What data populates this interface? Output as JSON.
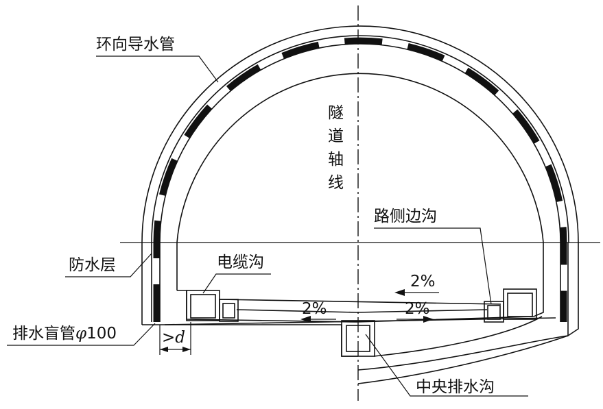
{
  "labels": {
    "ring_drain_pipe": "环向导水管",
    "tunnel_axis": [
      "隧",
      "道",
      "轴",
      "线"
    ],
    "roadside_ditch": "路侧边沟",
    "waterproof_layer": "防水层",
    "cable_trench": "电缆沟",
    "blind_drain_pipe": "排水盲管φ100",
    "blind_drain_pipe_text": "排水盲管",
    "blind_drain_pipe_symbol": "φ",
    "blind_drain_pipe_size": "100",
    "distance": ">d",
    "distance_gt": ">",
    "distance_d": "d",
    "central_drain": "中央排水沟",
    "slope_top": "2%",
    "slope_left": "2%",
    "slope_right": "2%"
  },
  "colors": {
    "line": "#111111",
    "background": "#ffffff"
  }
}
